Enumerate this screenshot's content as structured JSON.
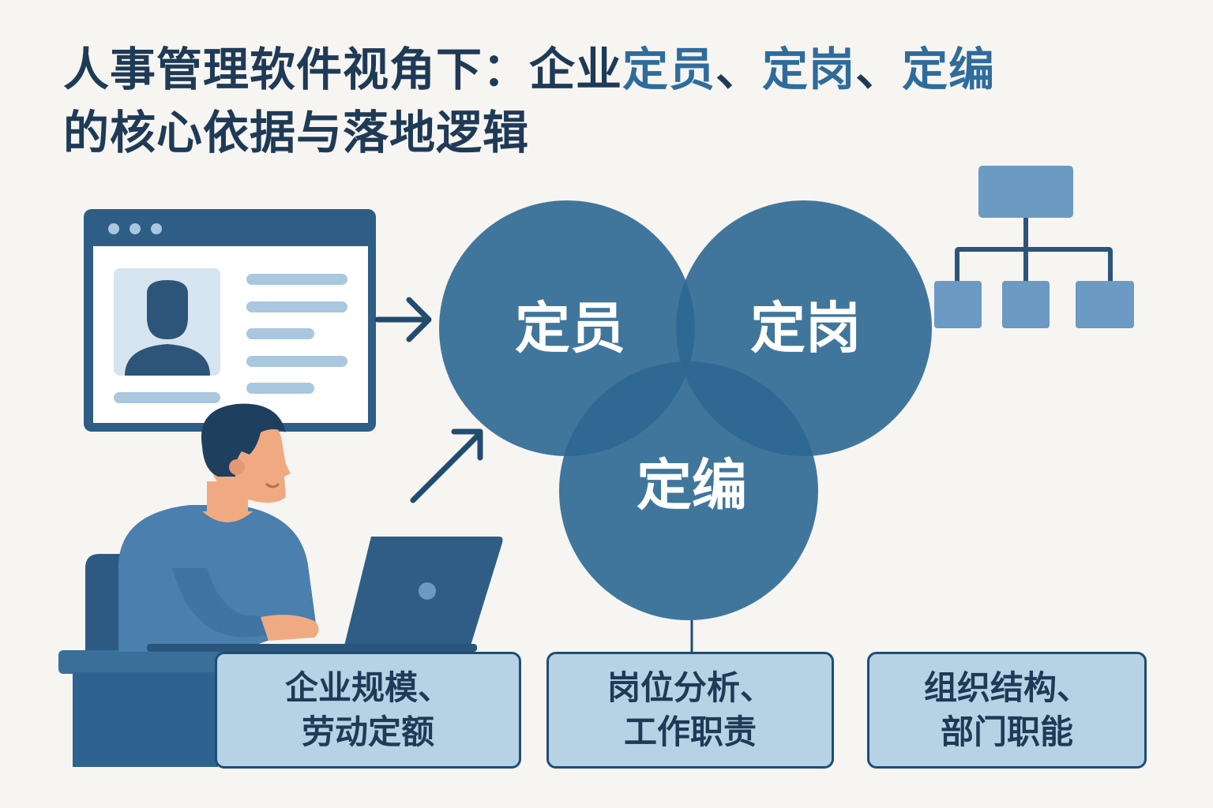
{
  "title": {
    "part1": "人事管理软件视角下：企业",
    "accent1": "定员",
    "sep1": "、",
    "accent2": "定岗",
    "sep2": "、",
    "accent3": "定编",
    "part2": "的核心依据与落地逻辑"
  },
  "circles": {
    "staffing": "定员",
    "positions": "定岗",
    "headcount": "定编"
  },
  "boxes": [
    {
      "line1": "企业规模、",
      "line2": "劳动定额"
    },
    {
      "line1": "岗位分析、",
      "line2": "工作职责"
    },
    {
      "line1": "组织结构、",
      "line2": "部门职能"
    }
  ],
  "colors": {
    "background": "#f6f5f1",
    "title": "#1f3a56",
    "accent": "#2f6c9c",
    "circle": "#2e6892",
    "box_fill": "#b7d2e5",
    "box_border": "#1f4d74",
    "org_chart": "#6b9ac3"
  },
  "icons": [
    "browser-window-icon",
    "user-profile-icon",
    "arrow-right-icon",
    "arrow-up-right-icon",
    "org-chart-icon",
    "person-at-laptop-illustration"
  ]
}
